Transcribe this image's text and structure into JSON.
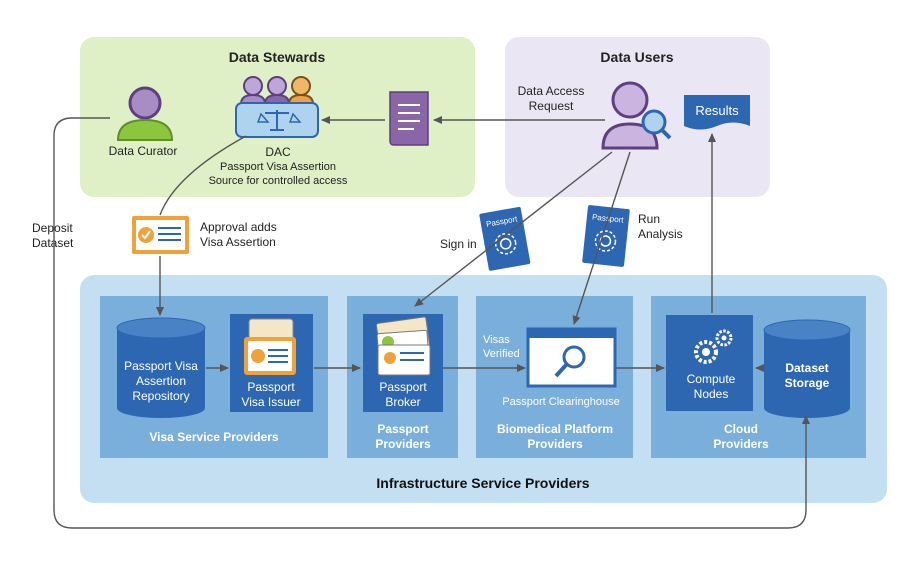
{
  "stewards": {
    "title": "Data Stewards",
    "curator_label": "Data Curator",
    "dac_label": "DAC",
    "dac_sub1": "Passport Visa Assertion",
    "dac_sub2": "Source for controlled access"
  },
  "users": {
    "title": "Data Users",
    "request_line1": "Data Access",
    "request_line2": "Request",
    "results_label": "Results"
  },
  "flows": {
    "deposit_line1": "Deposit",
    "deposit_line2": "Dataset",
    "approval_line1": "Approval adds",
    "approval_line2": "Visa Assertion",
    "sign_in": "Sign in",
    "run_line1": "Run",
    "run_line2": "Analysis",
    "passport_label": "Passport",
    "visas_line1": "Visas",
    "visas_line2": "Verified"
  },
  "infrastructure": {
    "title": "Infrastructure Service Providers",
    "visa_providers": {
      "title": "Visa Service Providers",
      "repo_line1": "Passport Visa",
      "repo_line2": "Assertion",
      "repo_line3": "Repository",
      "issuer_line1": "Passport",
      "issuer_line2": "Visa Issuer"
    },
    "passport_providers": {
      "title_line1": "Passport",
      "title_line2": "Providers",
      "broker_line1": "Passport",
      "broker_line2": "Broker"
    },
    "biomedical": {
      "title_line1": "Biomedical Platform",
      "title_line2": "Providers",
      "clearinghouse": "Passport Clearinghouse"
    },
    "cloud": {
      "title_line1": "Cloud",
      "title_line2": "Providers",
      "compute_line1": "Compute",
      "compute_line2": "Nodes",
      "storage_line1": "Dataset",
      "storage_line2": "Storage"
    }
  },
  "colors": {
    "stewards_bg": "#dff0c6",
    "users_bg": "#eae6f3",
    "infra_bg": "#c5dff2",
    "panel_bg": "#7aaedb",
    "dark_blue": "#2e67b1",
    "purple": "#8a66a8",
    "green": "#8cc63f",
    "orange": "#f0a23a",
    "arrow": "#555555"
  }
}
